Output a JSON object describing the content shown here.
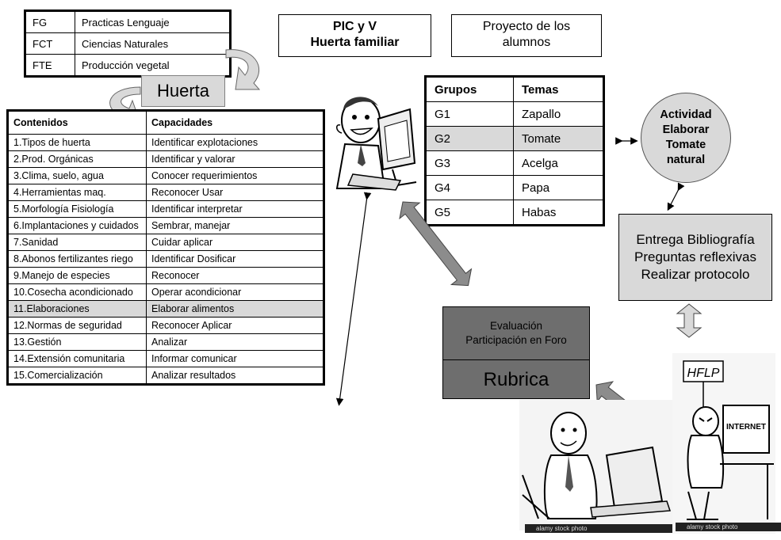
{
  "faculty_table": [
    {
      "code": "FG",
      "name": "Practicas Lenguaje"
    },
    {
      "code": "FCT",
      "name": "Ciencias Naturales"
    },
    {
      "code": "FTE",
      "name": "Producción vegetal"
    }
  ],
  "huerta_label": "Huerta",
  "contents_table": {
    "headers": [
      "Contenidos",
      "Capacidades"
    ],
    "rows": [
      {
        "content": "1.Tipos de huerta",
        "capacity": "Identificar explotaciones"
      },
      {
        "content": "2.Prod. Orgánicas",
        "capacity": "Identificar y valorar"
      },
      {
        "content": "3.Clima, suelo, agua",
        "capacity": "Conocer requerimientos"
      },
      {
        "content": "4.Herramientas maq.",
        "capacity": "Reconocer Usar"
      },
      {
        "content": "5.Morfología Fisiología",
        "capacity": "Identificar interpretar"
      },
      {
        "content": "6.Implantaciones y cuidados",
        "capacity": "Sembrar, manejar"
      },
      {
        "content": "7.Sanidad",
        "capacity": "Cuidar aplicar"
      },
      {
        "content": "8.Abonos fertilizantes riego",
        "capacity": "Identificar Dosificar"
      },
      {
        "content": "9.Manejo de especies",
        "capacity": "Reconocer"
      },
      {
        "content": "10.Cosecha acondicionado",
        "capacity": "Operar acondicionar"
      },
      {
        "content": "11.Elaboraciones",
        "capacity": "Elaborar alimentos"
      },
      {
        "content": "12.Normas de seguridad",
        "capacity": "Reconocer Aplicar"
      },
      {
        "content": "13.Gestión",
        "capacity": "Analizar"
      },
      {
        "content": "14.Extensión comunitaria",
        "capacity": "Informar comunicar"
      },
      {
        "content": "15.Comercialización",
        "capacity": "Analizar resultados"
      }
    ],
    "highlighted_row": "11.Elaboraciones"
  },
  "title_box": {
    "line1": "PIC y V",
    "line2": "Huerta familiar"
  },
  "project_box": {
    "line1": "Proyecto de los",
    "line2": "alumnos"
  },
  "groups_table": {
    "headers": [
      "Grupos",
      "Temas"
    ],
    "rows": [
      {
        "group": "G1",
        "topic": "Zapallo"
      },
      {
        "group": "G2",
        "topic": "Tomate"
      },
      {
        "group": "G3",
        "topic": "Acelga"
      },
      {
        "group": "G4",
        "topic": "Papa"
      },
      {
        "group": "G5",
        "topic": "Habas"
      }
    ],
    "highlighted_row": "G2"
  },
  "activity_circle": {
    "lines": [
      "Actividad",
      "Elaborar",
      "Tomate",
      "natural"
    ]
  },
  "bibliography_box": {
    "lines": [
      "Entrega Bibliografía",
      "Preguntas reflexivas",
      "Realizar protocolo"
    ]
  },
  "evaluation_box": {
    "line1": "Evaluación",
    "line2": "Participación en Foro",
    "rubric": "Rubrica"
  },
  "sign_text": "HFLP",
  "screen_text": "INTERNET",
  "stock_label": "alamy stock photo",
  "colors": {
    "shade": "#d9d9d9",
    "dark_box": "#6e6e6e",
    "arrow": "#808080"
  }
}
